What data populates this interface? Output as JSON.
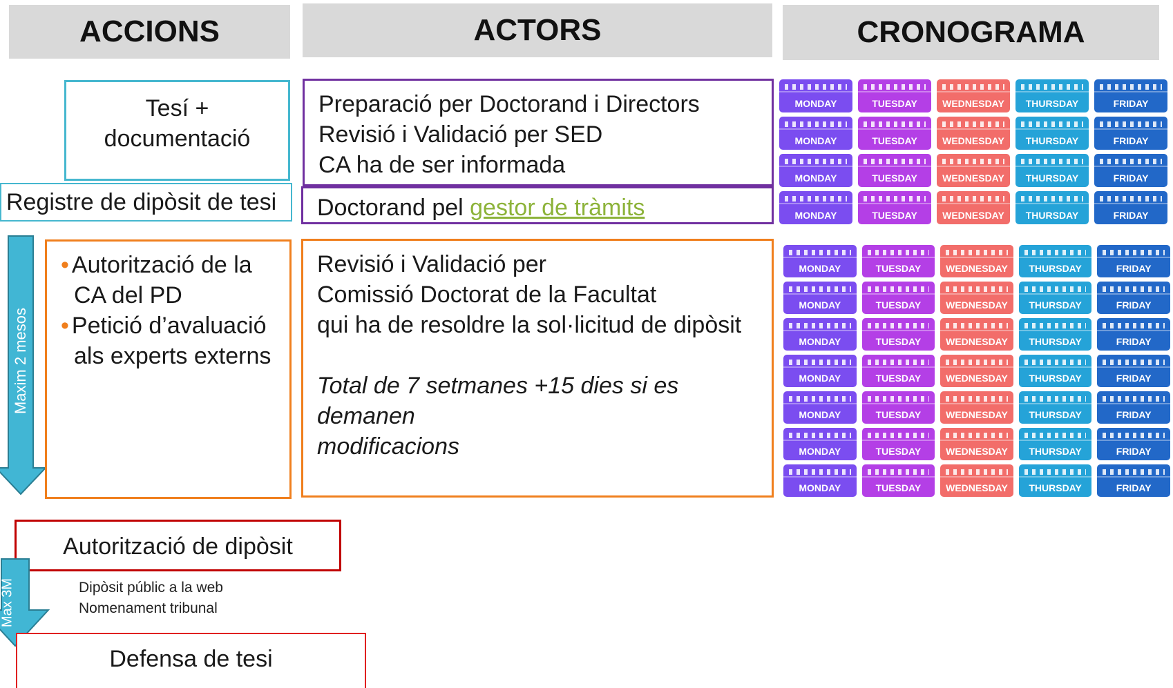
{
  "headers": {
    "acciones": "ACCIONS",
    "actors": "ACTORS",
    "cronograma": "CRONOGRAMA"
  },
  "actions": {
    "tesi_line1": "Tesí +",
    "tesi_line2": "documentació",
    "registre": "Registre de dipòsit de tesi",
    "bullet1_line1": "Autorització de la",
    "bullet1_line2": "CA del PD",
    "bullet2_line1": "Petició d’avaluació",
    "bullet2_line2": "als experts externs",
    "autoritzacio_diposit": "Autorització de dipòsit",
    "diposit_public": "Dipòsit públic a la web",
    "nomenament": "Nomenament tribunal",
    "defensa": "Defensa de tesi"
  },
  "arrows": {
    "max2": "Maxim 2  mesos",
    "max3": "Max 3M"
  },
  "actors": {
    "line1": "Preparació per Doctorand i Directors",
    "line2": "Revisió i Validació per SED",
    "line3": "CA  ha de ser informada",
    "doctorand_prefix": "Doctorand pel ",
    "doctorand_link": "gestor de tràmits",
    "rev1": "Revisió i Validació per",
    "rev2": "Comissió Doctorat de la Facultat",
    "rev3": "qui ha de resoldre la sol·licitud de dipòsit",
    "total1": "Total de 7 setmanes +15 dies si es demanen",
    "total2": "modificacions"
  },
  "calendar": {
    "days": [
      "MONDAY",
      "TUESDAY",
      "WEDNESDAY",
      "THURSDAY",
      "FRIDAY"
    ],
    "block1_weeks": 4,
    "block2_weeks": 7
  },
  "colors": {
    "cyan": "#45b7cf",
    "purple": "#7030a0",
    "orange": "#f07f1d",
    "red": "#c00000",
    "link_green": "#8db33a",
    "arrow_blue": "#41b6d4",
    "header_gray": "#d9d9d9"
  }
}
